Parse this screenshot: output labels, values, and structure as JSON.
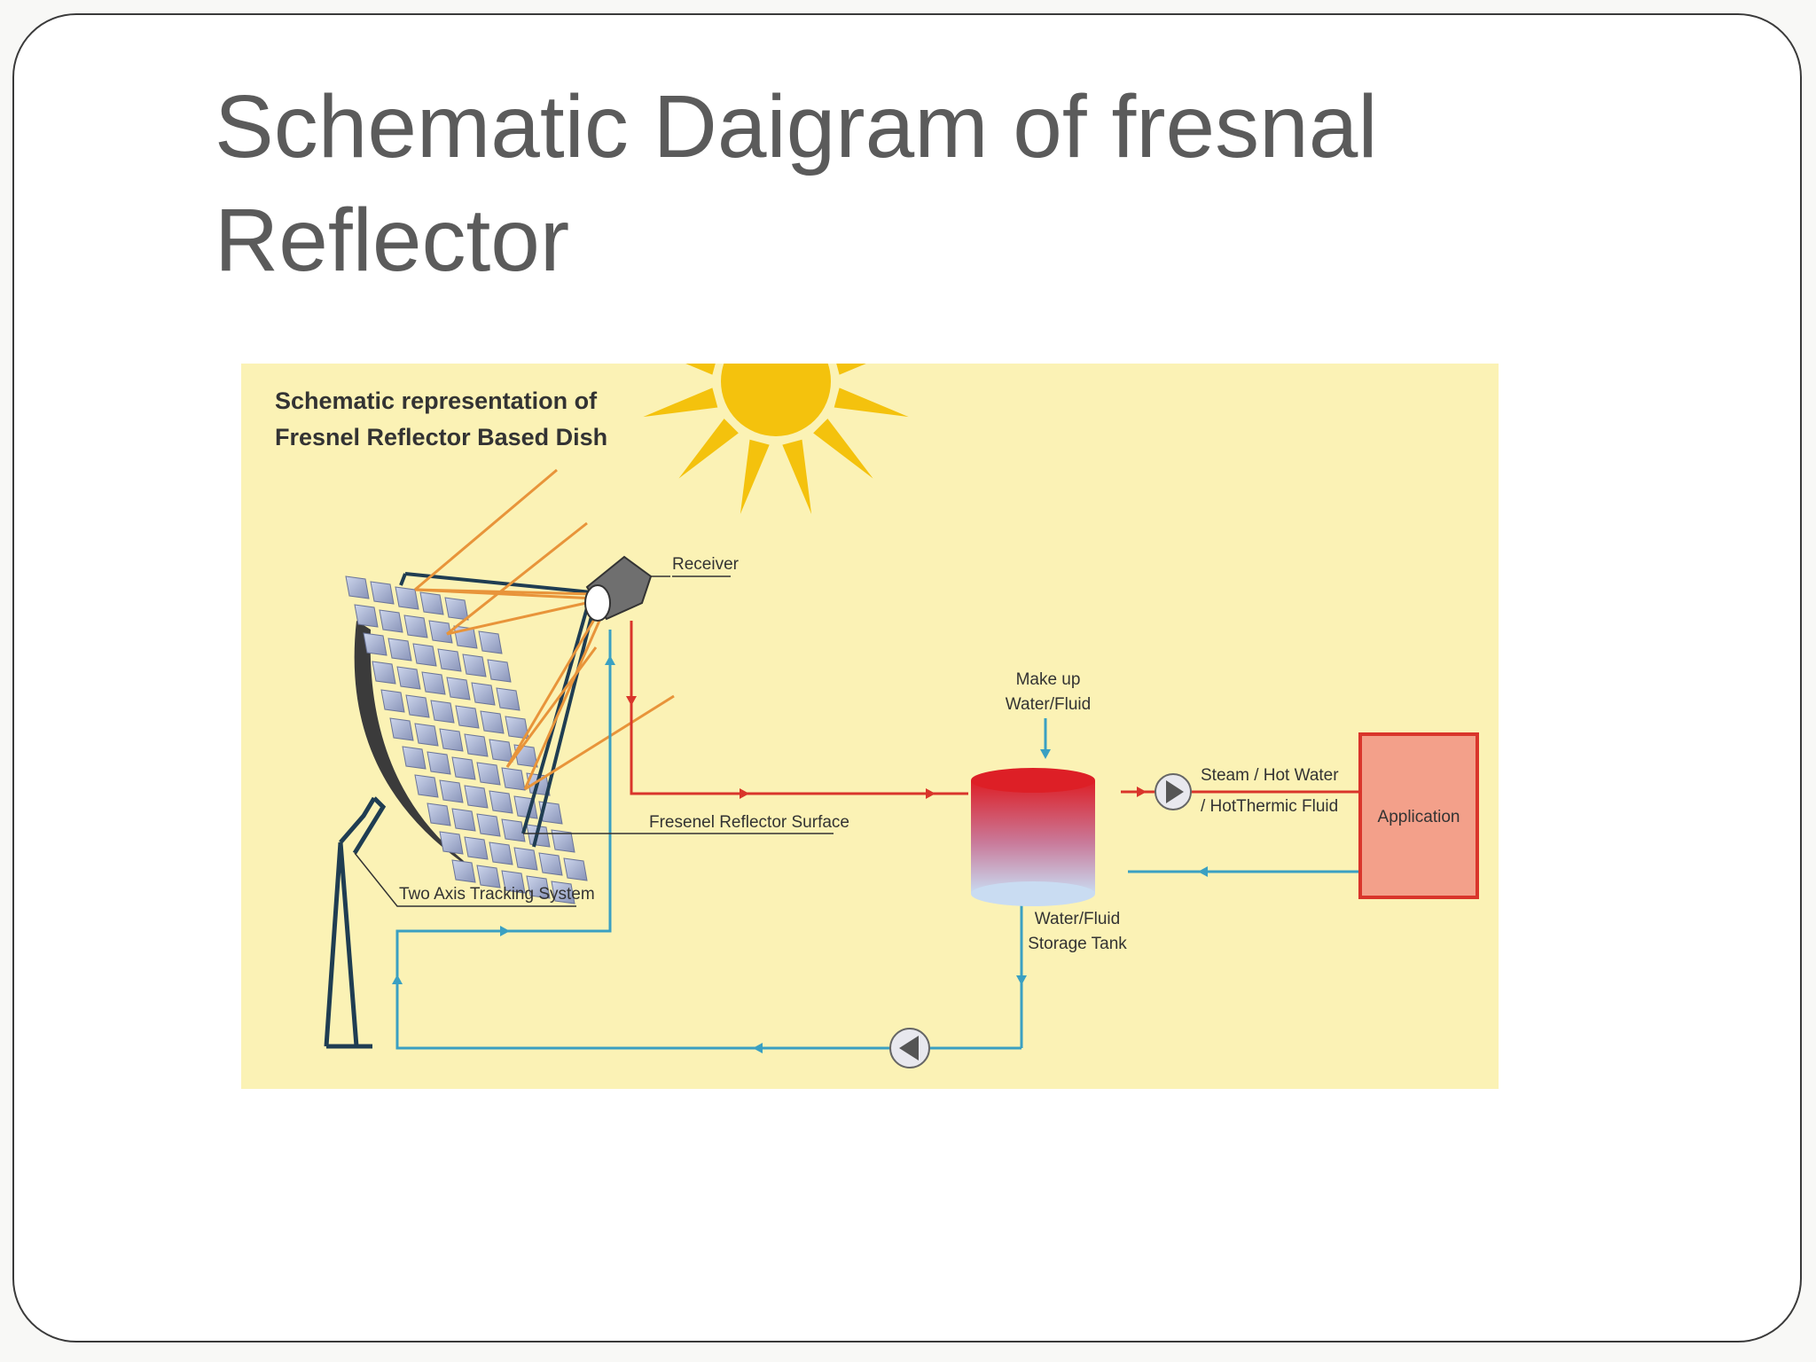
{
  "slide": {
    "title_line1": "Schematic Daigram of fresnal",
    "title_line2": "Reflector"
  },
  "diagram": {
    "heading_line1": "Schematic representation of",
    "heading_line2": "Fresnel Reflector Based Dish",
    "labels": {
      "receiver": "Receiver",
      "reflector_surface": "Fresenel Reflector Surface",
      "tracking": "Two Axis Tracking System",
      "makeup_line1": "Make up",
      "makeup_line2": "Water/Fluid",
      "steam_line1": "Steam / Hot Water",
      "steam_line2": "/ HotThermic Fluid",
      "application": "Application",
      "tank_line1": "Water/Fluid",
      "tank_line2": "Storage Tank"
    },
    "colors": {
      "background": "#fbf2b5",
      "sun": "#f4c20d",
      "hot_pipe": "#d9352b",
      "cold_pipe": "#3aa0c2",
      "ray": "#e8943a",
      "application_fill": "#f3a08a",
      "application_border": "#d9352b",
      "frame": "#1f3d52"
    }
  }
}
